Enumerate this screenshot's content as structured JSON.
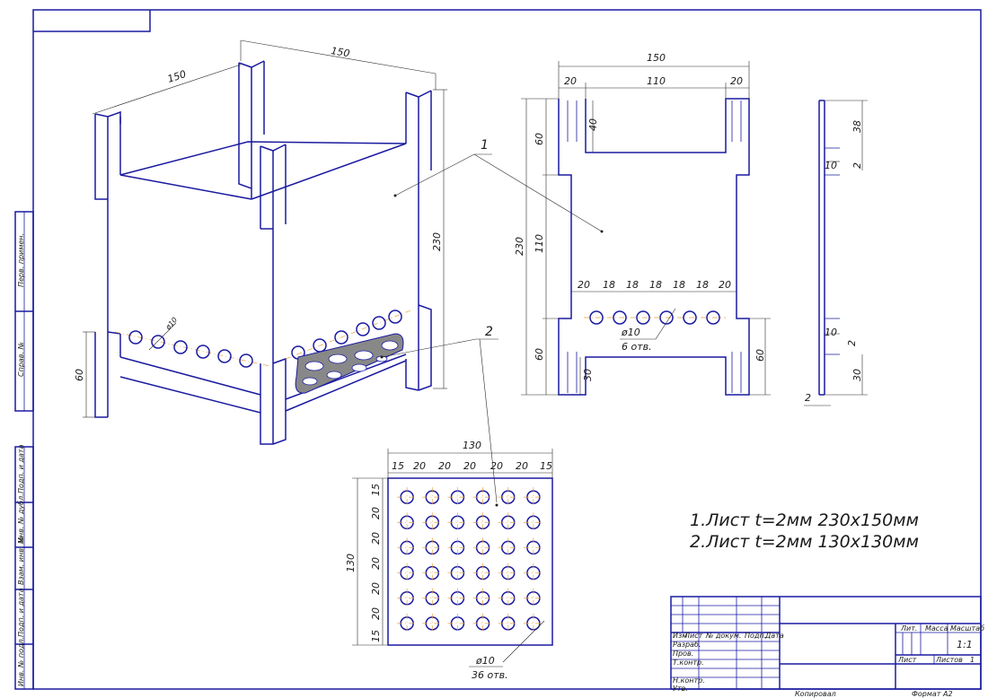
{
  "dims_iso": {
    "w1": "150",
    "w2": "150",
    "h": "230",
    "side": "60",
    "hole": "ø10"
  },
  "callouts": {
    "part1": "1",
    "part2": "2"
  },
  "front_view": {
    "total_w": "150",
    "left": "20",
    "mid": "110",
    "right": "20",
    "slot": "40",
    "top_h": "60",
    "mid_h": "110",
    "bot_h": "60",
    "total_h": "230",
    "slot_bot": "30",
    "right_h": "60",
    "holes_row": [
      "20",
      "18",
      "18",
      "18",
      "18",
      "18",
      "20"
    ],
    "hole": "ø10",
    "hole_count": "6 отв."
  },
  "side_view": {
    "top": "38",
    "w1": "10",
    "g1": "2",
    "w2": "10",
    "g2": "2",
    "bot": "30",
    "t": "2"
  },
  "plate": {
    "total_w": "130",
    "total_h": "130",
    "top_row": [
      "15",
      "20",
      "20",
      "20",
      "20",
      "20",
      "15"
    ],
    "left_col": [
      "15",
      "20",
      "20",
      "20",
      "20",
      "20",
      "15"
    ],
    "hole": "ø10",
    "hole_count": "36 отв."
  },
  "notes": [
    "1.Лист t=2мм 230x150мм",
    "2.Лист t=2мм 130x130мм"
  ],
  "left_strip": [
    "Перв. примен.",
    "Справ. №",
    "Подп. и дата",
    "Инв. № дубл.",
    "Взам. инв. №",
    "Подп. и дата",
    "Инв. № подл."
  ],
  "title_block": {
    "cols": [
      "Изм",
      "Лист",
      "№ докум.",
      "Подп.",
      "Дата"
    ],
    "rows": [
      "Разраб.",
      "Пров.",
      "Т.контр.",
      "",
      "Н.контр.",
      "Утв."
    ],
    "lit": "Лит.",
    "mass": "Масса",
    "scale": "Масштаб",
    "scale_val": "1:1",
    "sheet": "Лист",
    "sheets": "Листов",
    "sheets_val": "1"
  },
  "footer": {
    "copied": "Копировал",
    "format": "Формат A2"
  }
}
